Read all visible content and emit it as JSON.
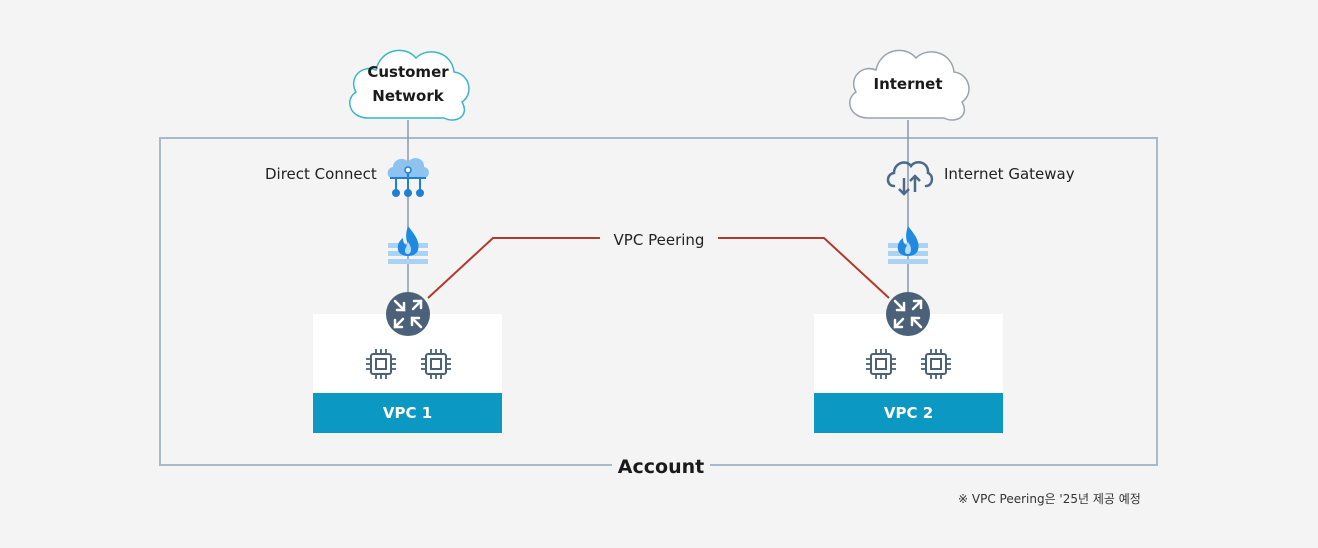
{
  "clouds": {
    "customer_network": "Customer\nNetwork",
    "internet": "Internet"
  },
  "labels": {
    "direct_connect": "Direct Connect",
    "internet_gateway": "Internet Gateway",
    "vpc_peering": "VPC Peering",
    "account": "Account"
  },
  "vpcs": [
    {
      "label": "VPC 1"
    },
    {
      "label": "VPC 2"
    }
  ],
  "note": "※ VPC Peering은 '25년 제공 예정",
  "colors": {
    "account_border": "#a8b9c9",
    "vpc_bar": "#0b98c3",
    "peering_line": "#b33a2a",
    "router": "#4a6179",
    "cloud_customer_stroke": "#38b6c9",
    "cloud_internet_stroke": "#9aa3ad",
    "direct_connect_icon": "#6aaee8",
    "firewall_icon": "#6aaee8"
  },
  "icons": [
    "cloud-icon",
    "direct-connect-icon",
    "internet-gateway-icon",
    "firewall-icon",
    "router-icon",
    "instance-chip-icon"
  ]
}
